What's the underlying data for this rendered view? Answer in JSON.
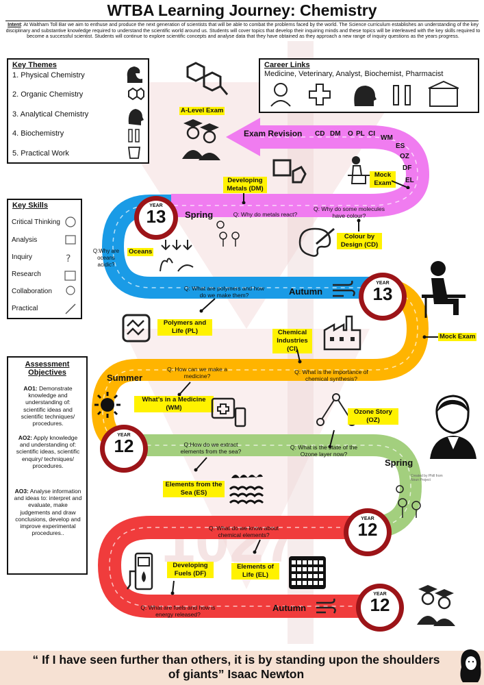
{
  "title": "WTBA Learning Journey: Chemistry",
  "intent": {
    "label": "Intent",
    "text": ": At Waltham Toll Bar we aim to enthuse and produce the next generation of scientists that will be able to combat the problems faced by the world. The Science curriculum establishes an understanding of the key disciplinary and substantive knowledge required to understand the scientific world around us. Students will cover topics that develop their inquiring minds and these topics will be interleaved with the key skills required to become a successful scientist. Students will continue to explore scientific concepts and analyse data that they have obtained as they approach a new range of inquiry questions as the years progress."
  },
  "key_themes": {
    "heading": "Key Themes",
    "items": [
      "1.  Physical Chemistry",
      "2. Organic Chemistry",
      "3. Analytical Chemistry",
      "4. Biochemistry",
      "5. Practical Work"
    ]
  },
  "career_links": {
    "heading": "Career Links",
    "text": "Medicine, Veterinary, Analyst, Biochemist, Pharmacist"
  },
  "key_skills": {
    "heading": "Key Skills",
    "items": [
      "Critical Thinking",
      "Analysis",
      "Inquiry",
      "Research",
      "Collaboration",
      "Practical"
    ]
  },
  "assessment": {
    "heading": "Assessment Objectives",
    "ao1_label": "AO1:",
    "ao1": " Demonstrate knowledge and understanding of: scientific ideas and scientific techniques/ procedures.",
    "ao2_label": "AO2:",
    "ao2": " Apply knowledge and understanding of: scientific ideas, scientific enquiry/ techniques/ procedures.",
    "ao3_label": "AO3:",
    "ao3": " Analyse information and ideas to: interpret and evaluate, make judgements and draw conclusions, develop and improve experimental procedures.."
  },
  "journey": {
    "a_level_exam": "A-Level Exam",
    "exam_revision": "Exam Revision",
    "revision_codes": [
      "CD",
      "DM",
      "O",
      "PL",
      "CI",
      "WM",
      "ES",
      "OZ",
      "DF",
      "EL"
    ],
    "mock_exam_1": "Mock Exam",
    "mock_exam_2": "Mock Exam",
    "developing_metals": "Developing Metals (DM)",
    "q_metals": "Q: Why do metals react?",
    "q_colour": "Q: Why do some molecules have colour?",
    "colour_by_design": "Colour by Design (CD)",
    "oceans": "Oceans",
    "q_oceans": "Q:Why are oceans acidic?",
    "q_polymers": "Q: What are polymers and how do we make them?",
    "polymers": "Polymers and Life (PL)",
    "chem_industries": "Chemical Industries (CI)",
    "q_synthesis": "Q: What is the importance of chemical synthesis?",
    "q_medicine": "Q: How can we make a medicine?",
    "medicine": "What’s in a Medicine (WM)",
    "ozone": "Ozone Story (OZ)",
    "q_ozone": "Q: What is the state of the Ozone layer now?",
    "q_sea": "Q:How do we extract elements from the sea?",
    "sea": "Elements from the Sea (ES)",
    "q_elements": "Q: What do we know about chemical elements?",
    "fuels": "Developing Fuels (DF)",
    "elements_life": "Elements of Life (EL)",
    "q_fuels": "Q: What are fuels and how is energy released?"
  },
  "seasons": {
    "spring_13": "Spring",
    "autumn_13": "Autumn",
    "summer_12": "Summer",
    "spring_12": "Spring",
    "autumn_12": "Autumn"
  },
  "year_badges": [
    {
      "label": "YEAR",
      "num": "13"
    },
    {
      "label": "YEAR",
      "num": "13"
    },
    {
      "label": "YEAR",
      "num": "12"
    },
    {
      "label": "YEAR",
      "num": "12"
    },
    {
      "label": "YEAR",
      "num": "12"
    }
  ],
  "credits": {
    "phill": "Created by Phill from Noun Project"
  },
  "quote": {
    "line1": "“ If I have seen further than others, it is by standing upon the shoulders",
    "line2": "of giants” Isaac Newton"
  },
  "colors": {
    "pink": "#f07cf0",
    "blue": "#1a9be6",
    "orange": "#ffb400",
    "green": "#a3cf7e",
    "red": "#f03c3c",
    "badge_ring": "#9c1418",
    "highlight": "#fff200"
  }
}
